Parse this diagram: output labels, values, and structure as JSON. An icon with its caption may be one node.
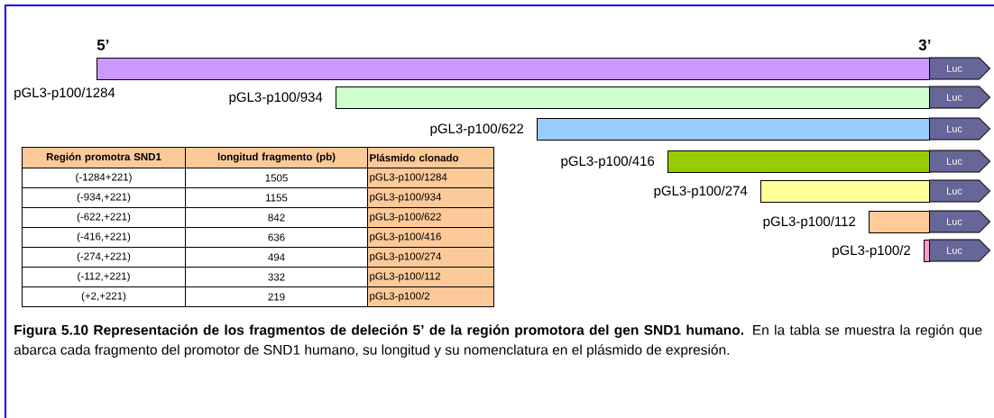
{
  "diagram": {
    "caption": "**Figura 5.10 Representación de los fragmentos de deleción 5’ de la región promotora del gen SND1 humano.** En la tabla se muestra la región que abarca cada fragmento del promotor de SND1 humano, su longitud y su nomenclatura en el plásmido de expresión.",
    "nodes": [
      {
        "text": [],
        "shape": "bar",
        "beside": [
          "pGL3-p100/1284"
        ]
      },
      {
        "text": [
          "Luc"
        ]
      },
      {
        "text": [],
        "shape": "bar",
        "beside": [
          "pGL3-p100/934"
        ]
      },
      {
        "text": [
          "Luc"
        ]
      },
      {
        "text": [],
        "shape": "bar",
        "beside": [
          "pGL3-p100/622"
        ]
      },
      {
        "text": [
          "Luc"
        ]
      },
      {
        "text": [],
        "shape": "bar",
        "beside": [
          "pGL3-p100/416"
        ]
      },
      {
        "text": [
          "Luc"
        ]
      },
      {
        "text": [],
        "shape": "bar",
        "beside": [
          "pGL3-p100/274"
        ]
      },
      {
        "text": [
          "Luc"
        ]
      },
      {
        "text": [],
        "shape": "bar",
        "beside": [
          "pGL3-p100/112"
        ]
      },
      {
        "text": [
          "Luc"
        ]
      },
      {
        "text": [],
        "shape": "bar",
        "beside": [
          "pGL3-p100/2"
        ]
      },
      {
        "text": [
          "Luc"
        ]
      }
    ],
    "labels": [
      "5’",
      "3’",
      "Región promotra SND1",
      "longitud fragmento (pb)",
      "Plásmido clonado",
      "(-1284+221)",
      "1505",
      "pGL3-p100/1284",
      "(-934,+221)",
      "1155",
      "pGL3-p100/934",
      "(-622,+221)",
      "842",
      "pGL3-p100/622",
      "(-416,+221)",
      "636",
      "pGL3-p100/416",
      "(-274,+221)",
      "494",
      "pGL3-p100/274",
      "(-112,+221)",
      "332",
      "pGL3-p100/112",
      "(+2,+221)",
      "219",
      "pGL3-p100/2"
    ]
  }
}
